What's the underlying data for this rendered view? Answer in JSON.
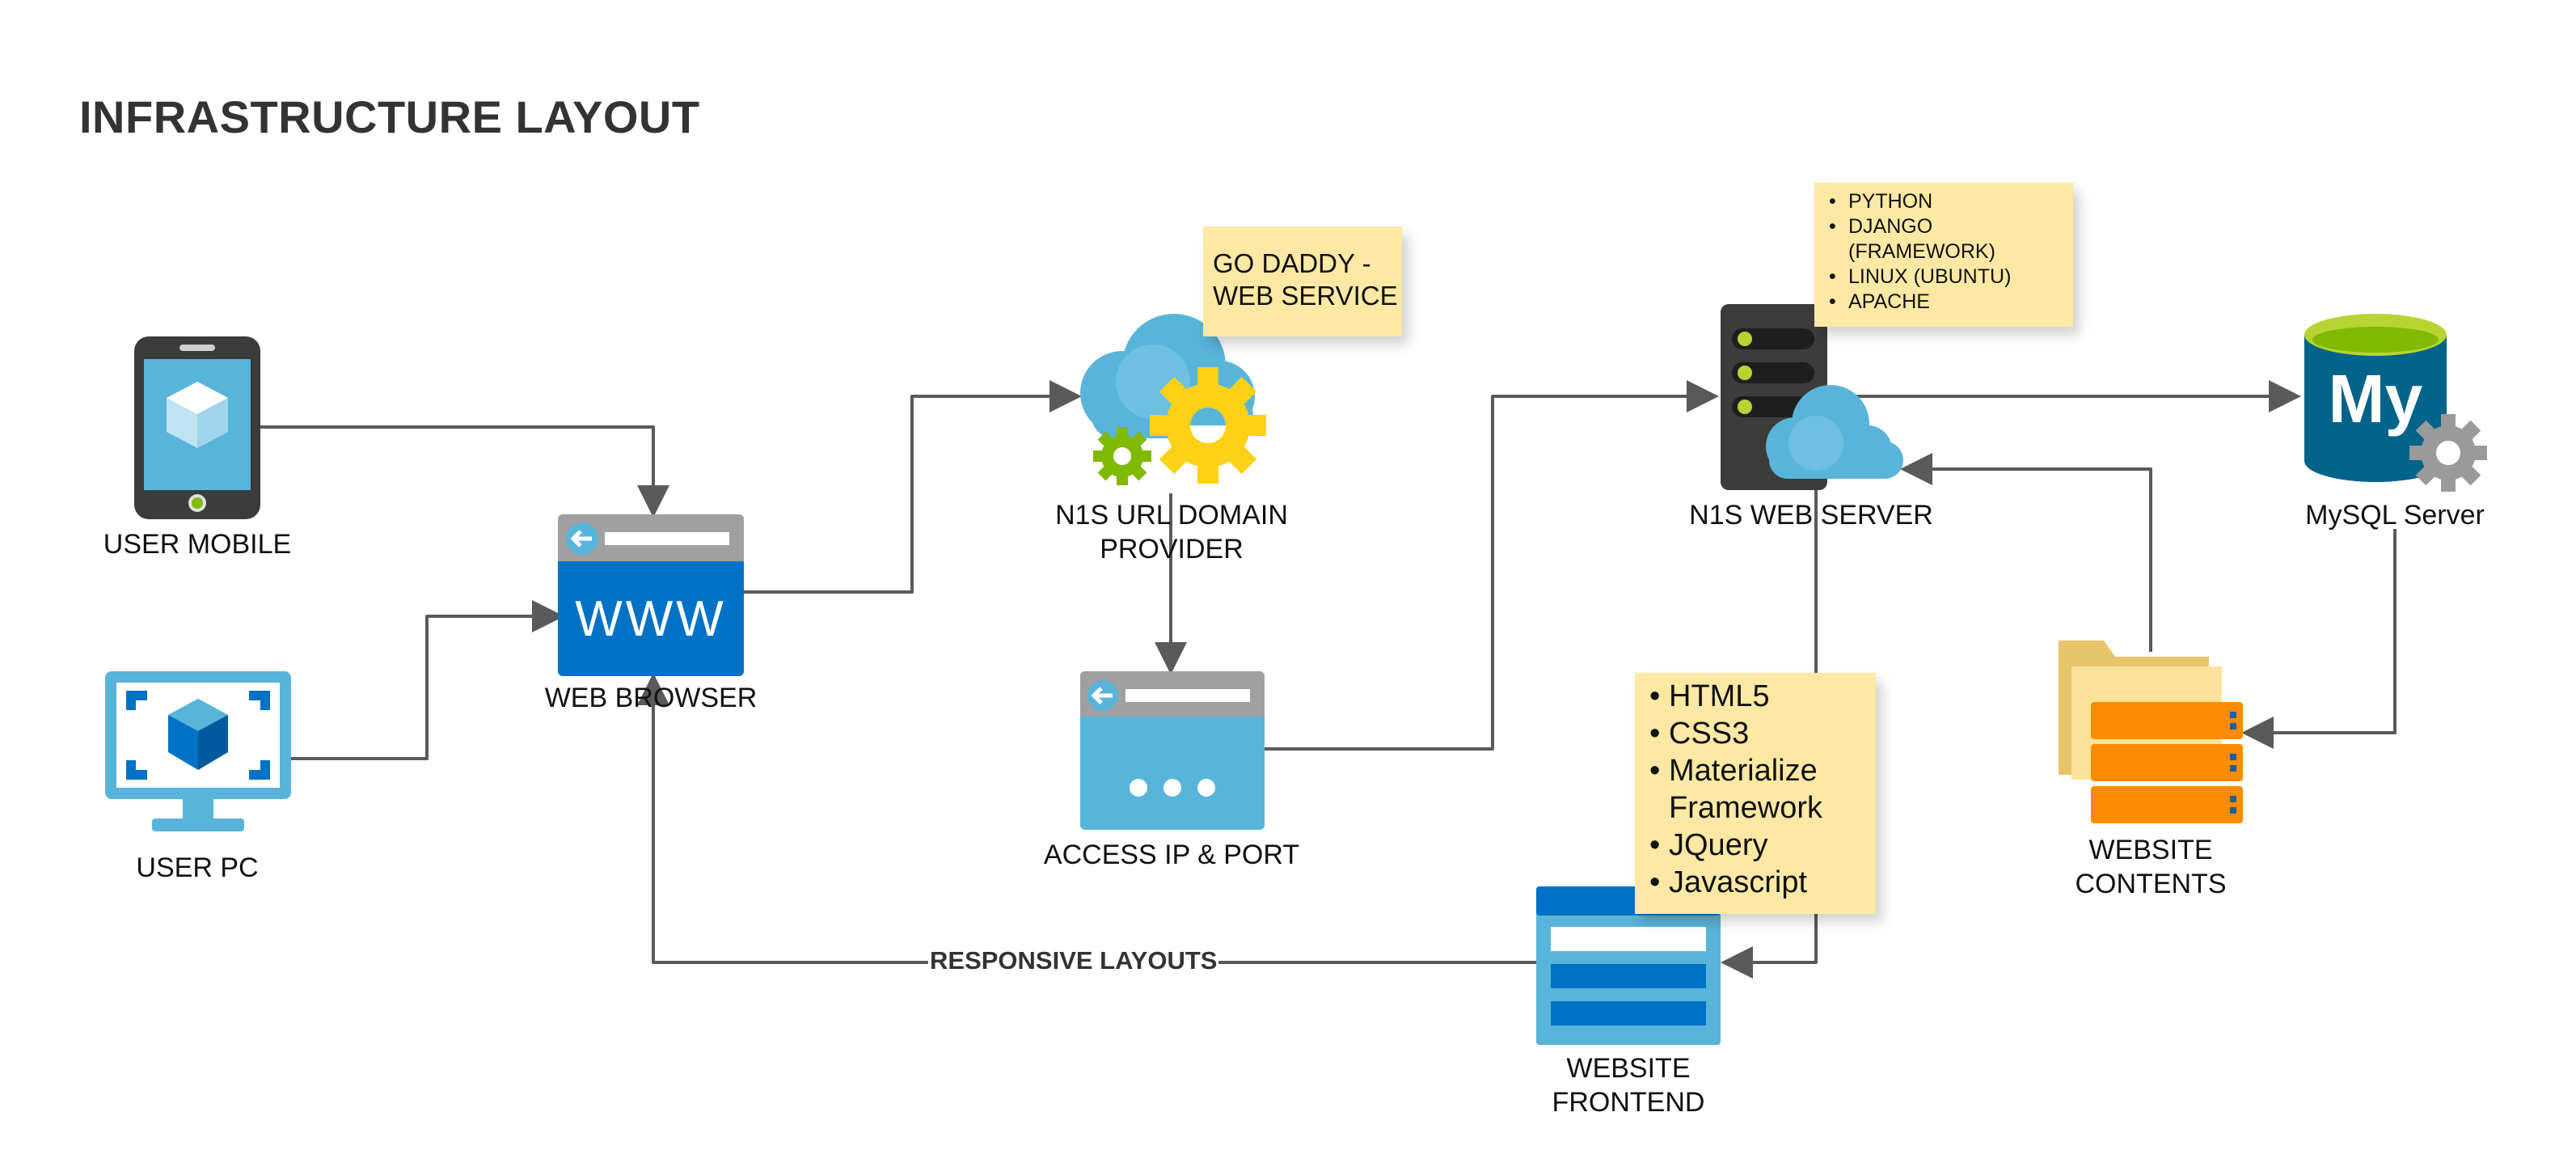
{
  "title": "INFRASTRUCTURE LAYOUT",
  "nodes": {
    "user_mobile": "USER MOBILE",
    "user_pc": "USER PC",
    "web_browser": "WEB BROWSER",
    "browser_text": "WWW",
    "url_provider": "N1S URL DOMAIN\nPROVIDER",
    "access_ip": "ACCESS IP & PORT",
    "web_server": "N1S WEB SERVER",
    "mysql": "MySQL Server",
    "mysql_logo": "My",
    "website_contents": "WEBSITE\nCONTENTS",
    "website_frontend": "WEBSITE\nFRONTEND"
  },
  "notes": {
    "go_daddy": "GO DADDY -\nWEB SERVICE",
    "server_stack": [
      "PYTHON",
      "DJANGO\n(FRAMEWORK)",
      "LINUX (UBUNTU)",
      "APACHE"
    ],
    "frontend_stack": [
      "HTML5",
      "CSS3",
      "Materialize\nFramework",
      "JQuery",
      "Javascript"
    ]
  },
  "edge_labels": {
    "responsive": "RESPONSIVE LAYOUTS"
  },
  "colors": {
    "arrow": "#5a5a5a",
    "azure_blue": "#0072c6",
    "light_blue": "#59b4d9",
    "note_yellow": "#fde9a4",
    "gear_yellow": "#fcd116",
    "gear_green": "#7fba00",
    "mysql_blue": "#00638a",
    "folder_orange": "#ff8c00",
    "gray": "#7a7a7a"
  }
}
